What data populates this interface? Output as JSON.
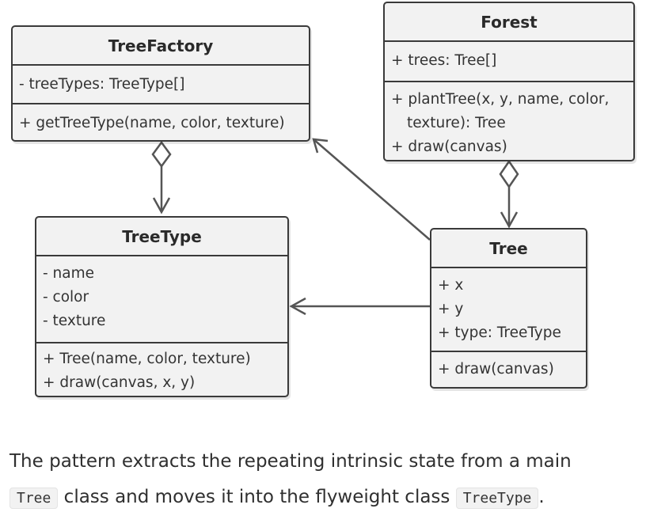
{
  "tree_factory": {
    "title": "TreeFactory",
    "fields": [
      "- treeTypes: TreeType[]"
    ],
    "methods": [
      "+ getTreeType(name, color, texture)"
    ]
  },
  "forest": {
    "title": "Forest",
    "fields": [
      "+ trees: Tree[]"
    ],
    "methods": [
      "+ plantTree(x, y, name, color,",
      "texture): Tree",
      "+ draw(canvas)"
    ]
  },
  "tree_type": {
    "title": "TreeType",
    "fields": [
      "- name",
      "- color",
      "- texture"
    ],
    "methods": [
      "+ Tree(name, color, texture)",
      "+ draw(canvas, x, y)"
    ]
  },
  "tree": {
    "title": "Tree",
    "fields": [
      "+ x",
      "+ y",
      "+ type: TreeType"
    ],
    "methods": [
      "+ draw(canvas)"
    ]
  },
  "caption": {
    "part1": "The pattern extracts the repeating intrinsic state from a main",
    "code1": "Tree",
    "part2": "class and moves it into the flyweight class",
    "code2": "TreeType",
    "part3": "."
  },
  "colors": {
    "box_fill": "#f2f2f2",
    "border": "#3a3a3a",
    "arrow": "#555555"
  }
}
